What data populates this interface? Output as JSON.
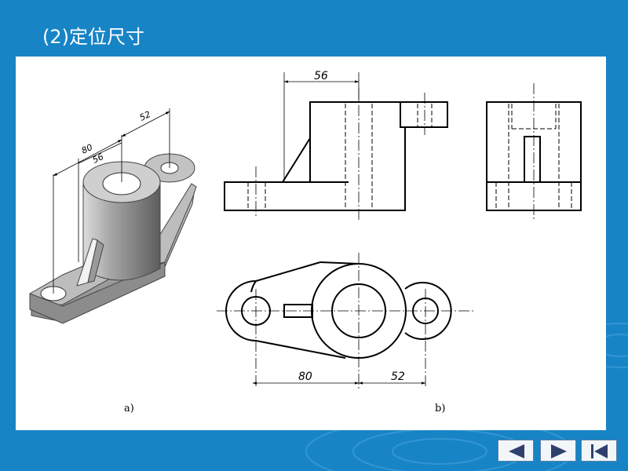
{
  "slide": {
    "title": "(2)定位尺寸"
  },
  "drawing": {
    "iso_dims": [
      "80",
      "56",
      "52"
    ],
    "front_dim": "56",
    "top_dims": [
      "80",
      "52"
    ],
    "caption_a": "a)",
    "caption_b": "b)"
  },
  "nav": {
    "prev_icon": "triangle-left-icon",
    "next_icon": "triangle-right-icon",
    "first_icon": "first-page-icon"
  },
  "colors": {
    "background": "#1784c6",
    "panel": "#ffffff",
    "nav_icon": "#2f3f6e"
  }
}
